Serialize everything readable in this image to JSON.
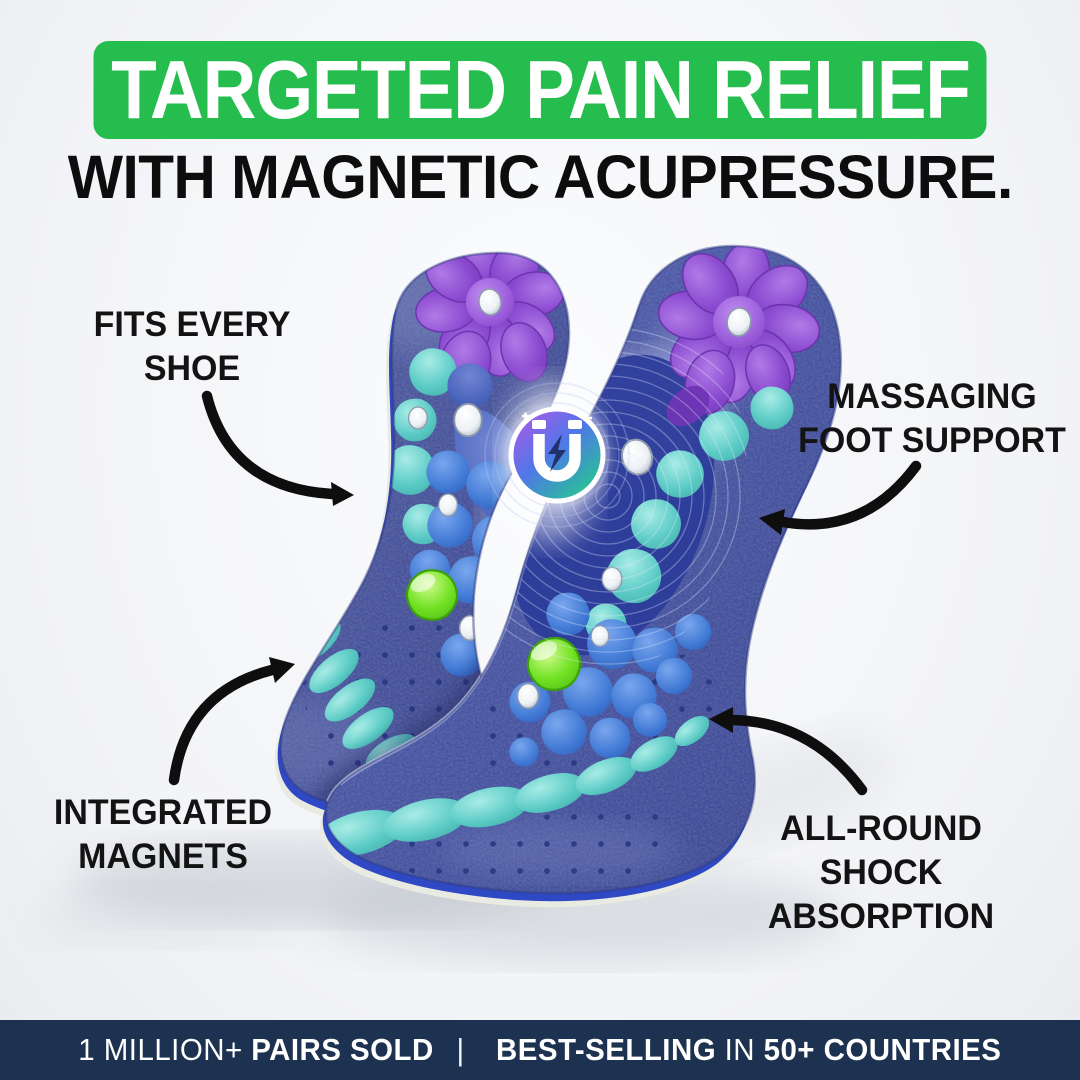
{
  "page": {
    "background": "#f3f4f7",
    "description": "product infographic for magnetic acupressure insoles"
  },
  "header": {
    "banner_label": "TARGETED PAIN RELIEF",
    "banner_bg": "#24bd4e",
    "banner_text_color": "#ffffff",
    "subtitle": "WITH MAGNETIC ACUPRESSURE.",
    "subtitle_color": "#0d0d0d"
  },
  "callouts": {
    "fits": {
      "line1": "FITS EVERY",
      "line2": "SHOE"
    },
    "massaging": {
      "line1": "MASSAGING",
      "line2": "FOOT SUPPORT"
    },
    "magnets": {
      "line1": "INTEGRATED",
      "line2": "MAGNETS"
    },
    "shock": {
      "line1": "ALL-ROUND",
      "line2": "SHOCK",
      "line3": "ABSORPTION"
    }
  },
  "product": {
    "description": "pair of blue acupressure insoles with massage pebbles, magnets and green gel gems",
    "badge_icon": "magnet-icon",
    "colors": {
      "insole_base": "#46529a",
      "pebble_teal": "#5ccbc6",
      "pebble_blue": "#3f78d8",
      "petal_purple": "#8a4ad0",
      "gem_green": "#62d81a",
      "stud_silver": "#eef2f6",
      "ripple_zone": "#2c3c9a",
      "badge_gradient": [
        "#a55ce8",
        "#5077e8",
        "#23c98e"
      ]
    }
  },
  "footer": {
    "bg": "#1d3250",
    "text_color": "#ffffff",
    "left_prefix": "1 MILLION+",
    "left_bold": "PAIRS SOLD",
    "separator": "|",
    "right_bold": "BEST-SELLING",
    "right_mid": "IN",
    "right_bold2": "50+ COUNTRIES"
  }
}
